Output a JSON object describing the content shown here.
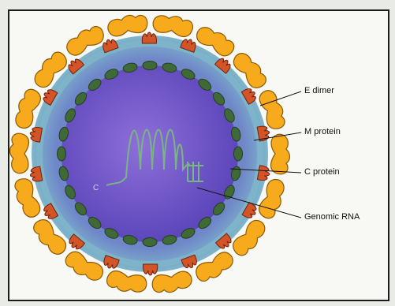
{
  "labels": {
    "e_dimer": "E dimer",
    "m_protein": "M protein",
    "c_protein": "C protein",
    "genomic_rna": "Genomic RNA"
  },
  "core_mark": "C",
  "colors": {
    "background": "#f8f8f4",
    "border": "#1b1b1b",
    "e_dimer": "#f6aa1c",
    "e_dimer_outline": "#8a5a07",
    "m_protein": "#d35427",
    "membrane_outer": "#7fb6c9",
    "membrane_inner": "#6f87c9",
    "c_protein": "#3f6a37",
    "core_center": "#8e6fd9",
    "core_edge": "#5843b8",
    "rna": "#78b584"
  },
  "icons": {
    "e_dimer": "orange-protein-blob",
    "m_protein": "red-tulip-shape",
    "c_protein": "green-oval-bead",
    "genomic_rna": "coiled-strand"
  }
}
